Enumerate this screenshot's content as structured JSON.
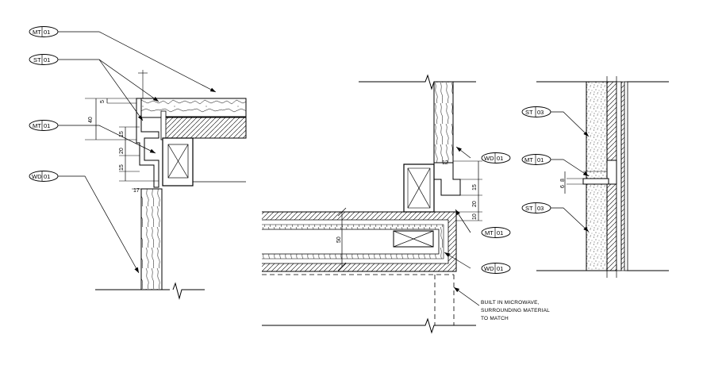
{
  "tags": {
    "mt01": [
      "MT",
      "01"
    ],
    "st01": [
      "ST",
      "01"
    ],
    "wd01": [
      "WD",
      "01"
    ],
    "st03": [
      "ST",
      "03"
    ]
  },
  "dims": {
    "d5": "5",
    "d40": "40",
    "d15a": "15",
    "d20a": "20",
    "d15b": "15",
    "d17": "17",
    "d12": "12",
    "d15c": "15",
    "d20b": "20",
    "d10": "10",
    "d50": "50",
    "d8": "8",
    "d6": "6"
  },
  "note": {
    "line1": "BUILT IN MICROWAVE,",
    "line2": "SURROUNDING MATERIAL",
    "line3": "TO MATCH"
  },
  "colors": {
    "ink": "#000000",
    "paper": "#ffffff"
  }
}
